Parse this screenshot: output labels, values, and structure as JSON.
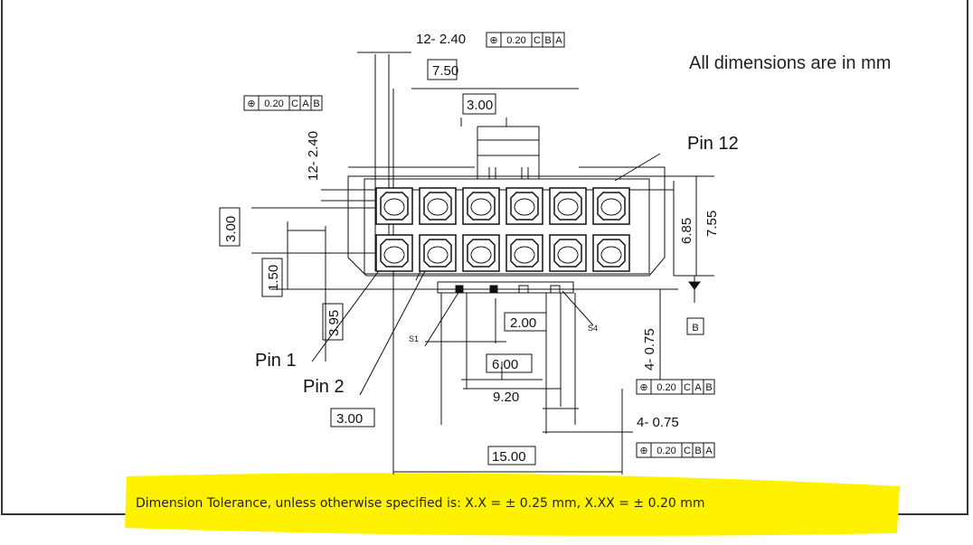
{
  "note": "All dimensions are in mm",
  "tolerance_note": "Dimension Tolerance, unless otherwise specified is:  X.X = ± 0.25 mm, X.XX = ± 0.20 mm",
  "highlight_color": "#fff200",
  "pins": {
    "pin1": "Pin 1",
    "pin2": "Pin 2",
    "pin12": "Pin 12"
  },
  "datum_b": "B",
  "refs": {
    "s1": "S1",
    "s4": "S4"
  },
  "dims": {
    "top_pitch": "12- 2.40",
    "top_fcf": "⊕|0.20|C|B|A",
    "w750": "7.50",
    "w300": "3.00",
    "left_fcf": "⊕|0.20|C|A|B",
    "left_pitch": "12- 2.40",
    "v300": "3.00",
    "v150": "1.50",
    "v395": "3.95",
    "h685": "6.85",
    "h755": "7.55",
    "w200": "2.00",
    "w600": "6.00",
    "w920": "9.20",
    "w300b": "3.00",
    "w1500": "15.00",
    "r475a": "4- 0.75",
    "r475b": "4- 0.75",
    "right_fcf1": "⊕|0.20|C|A|B",
    "right_fcf2": "⊕|0.20|C|B|A"
  }
}
